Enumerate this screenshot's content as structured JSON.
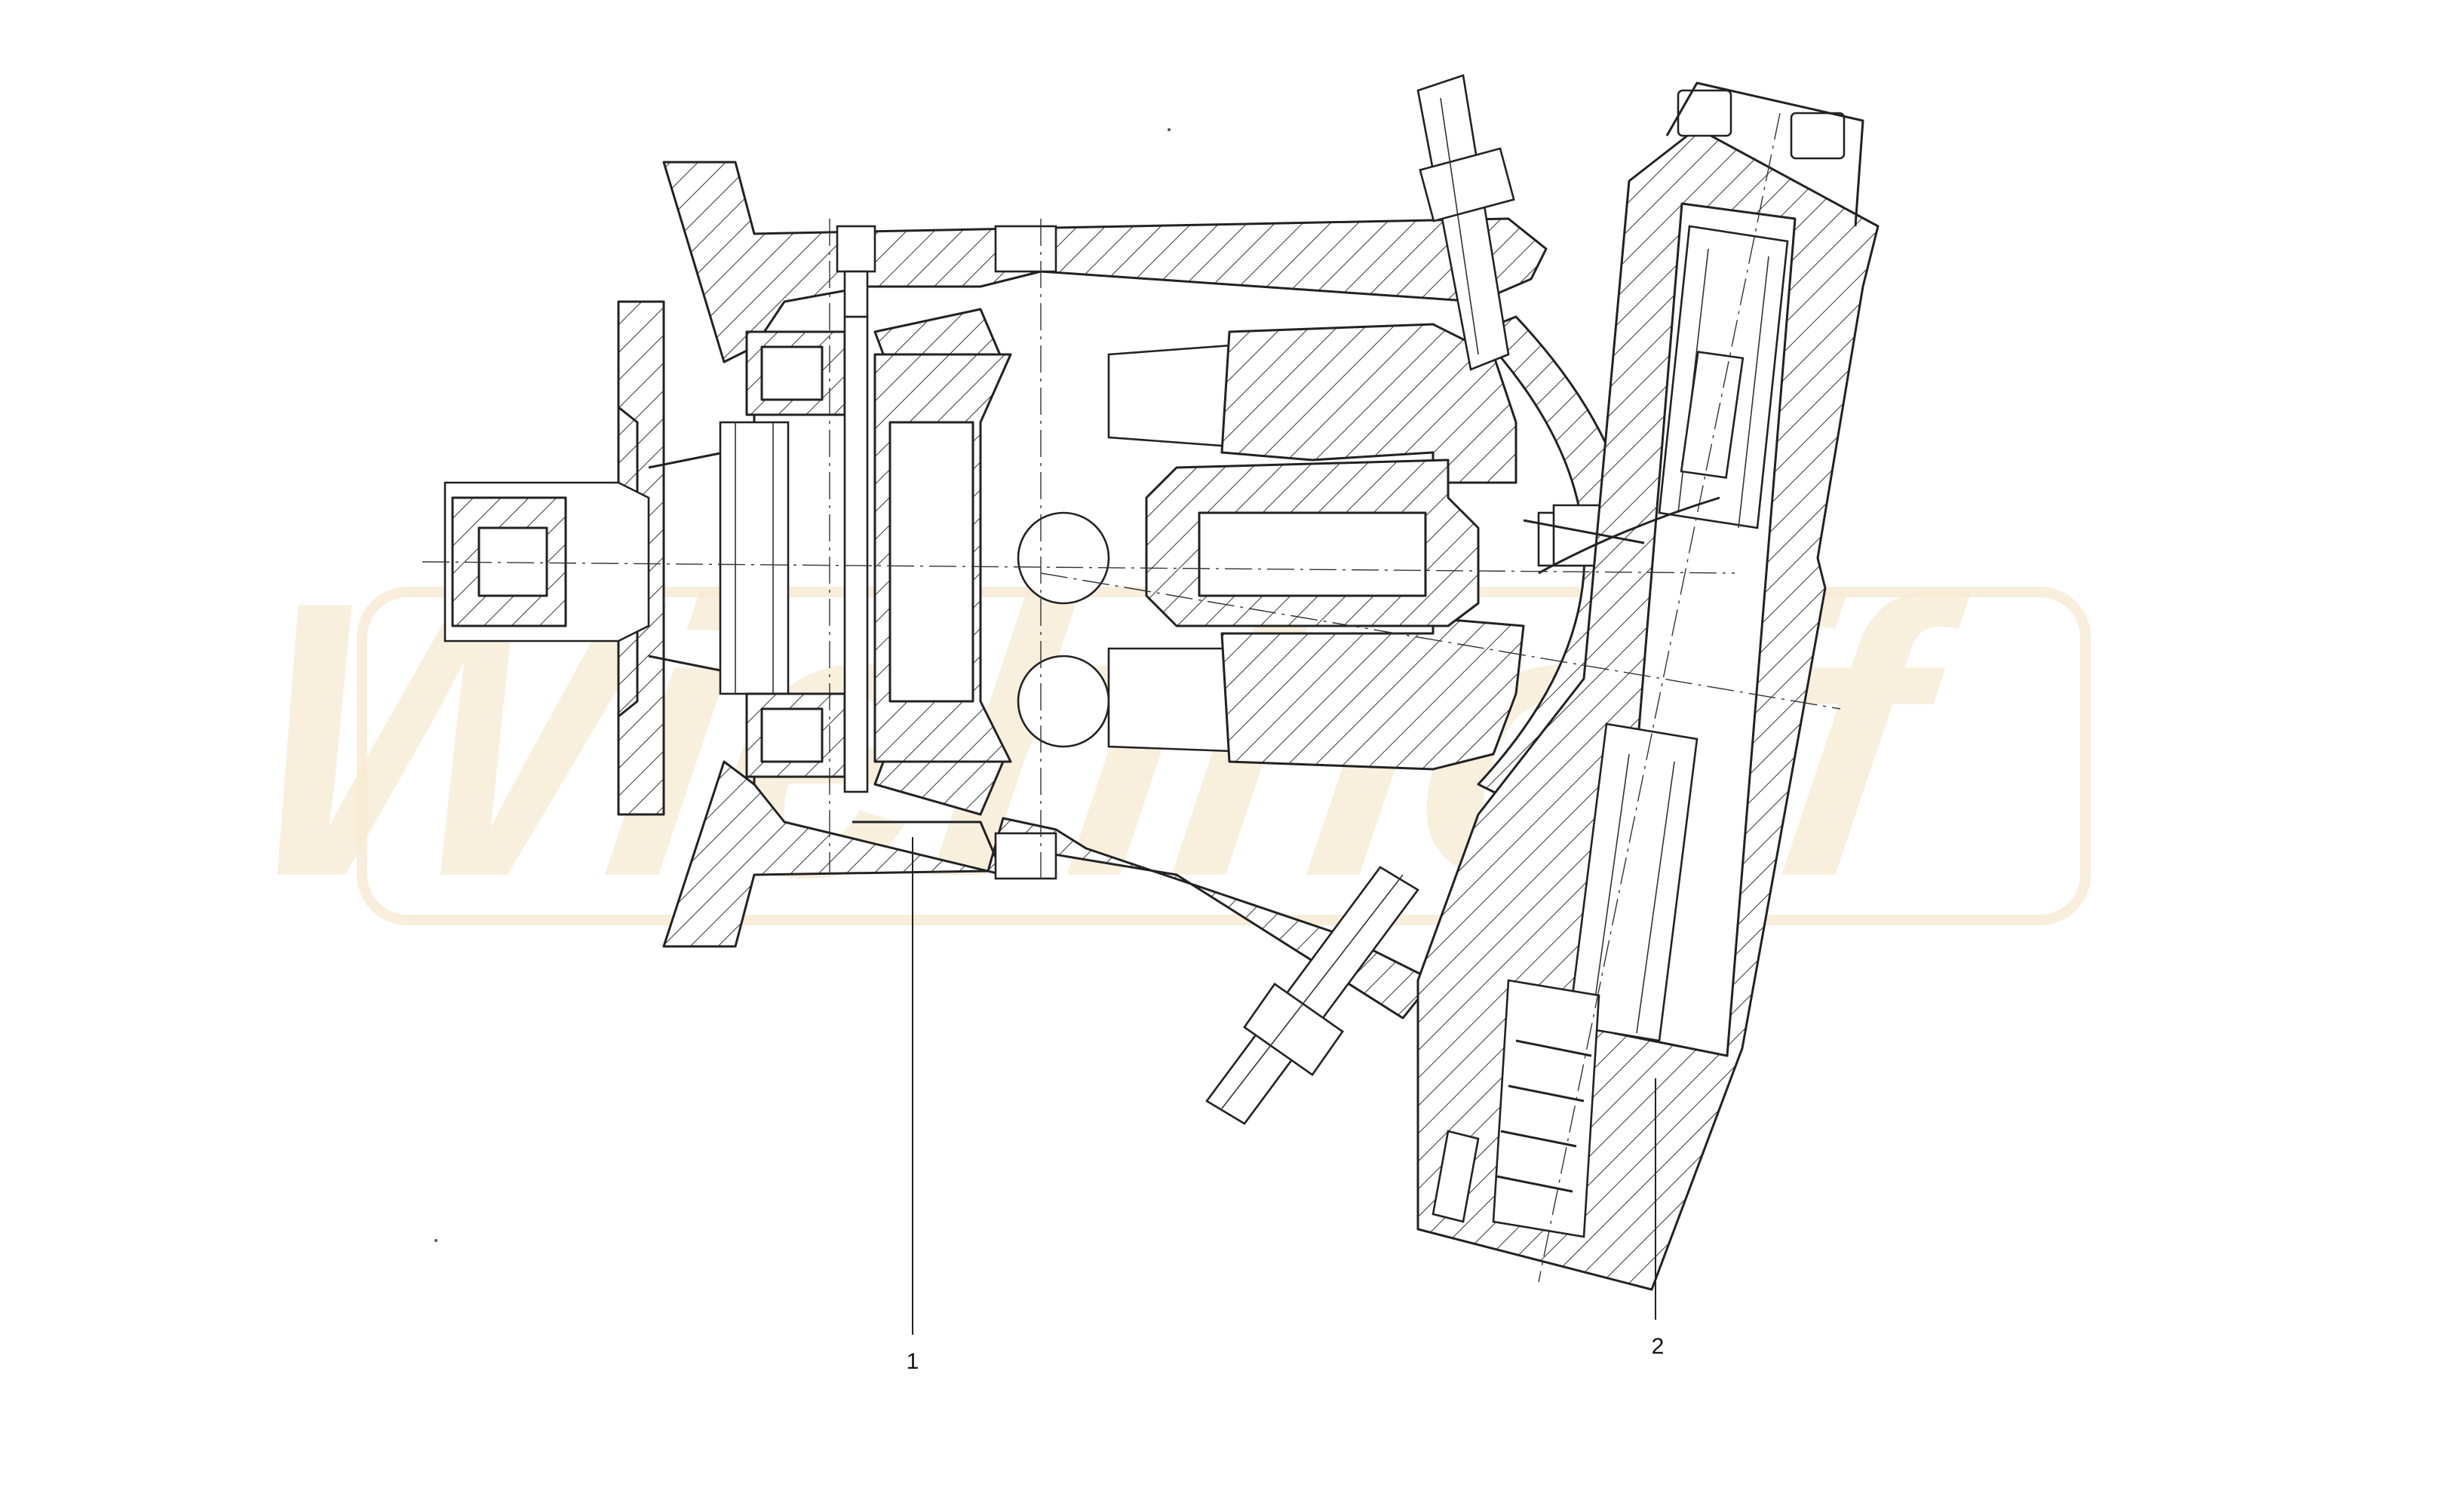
{
  "callouts": {
    "label_1": "1",
    "label_2": "2"
  },
  "watermark": {
    "text": "Wiehhoff"
  },
  "colors": {
    "line": "#222222",
    "background": "#ffffff",
    "watermark": "#f6ead2"
  }
}
